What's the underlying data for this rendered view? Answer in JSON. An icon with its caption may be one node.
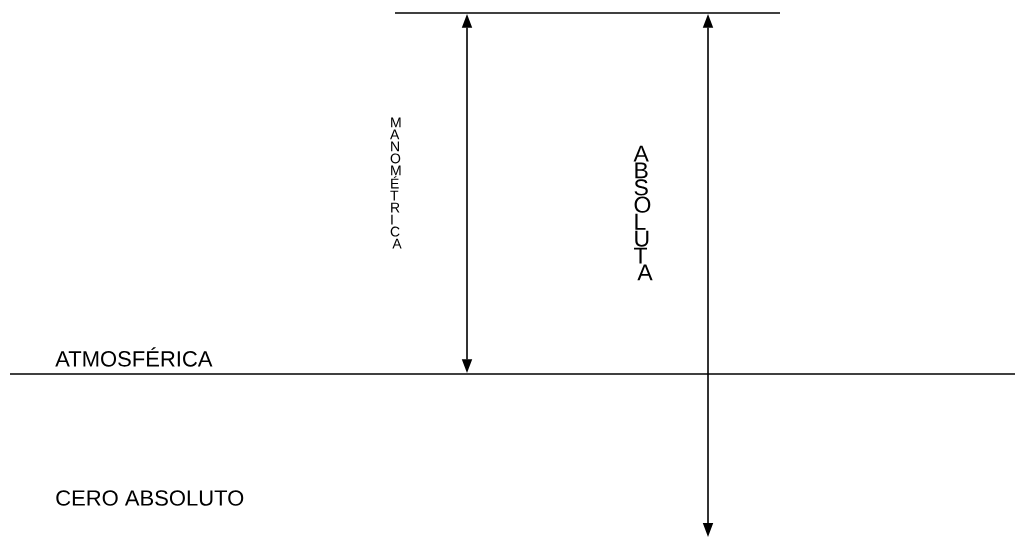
{
  "diagram": {
    "labels": [
      "MANOMÉTRICA",
      "ABSOLUTA",
      "ATMOSFÉRICA",
      "CERO ABSOLUTO"
    ]
  }
}
